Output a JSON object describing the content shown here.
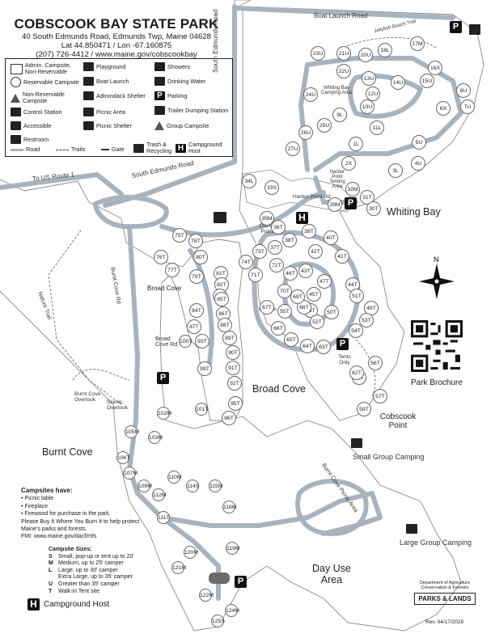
{
  "header": {
    "title": "COBSCOOK BAY STATE PARK",
    "address": "40 South Edmunds Road, Edmunds Twp, Maine 04628",
    "coords": "Lat 44.850471  / Lon -67.160875",
    "contact": "(207) 726-4412  /  www.maine.gov/cobscookbay"
  },
  "legend": {
    "admin": "Admin. Campsite, Non-Reservable",
    "reservable": "Reservable Campsite",
    "nonreservable": "Non-Reservable Campsite",
    "control": "Control Station",
    "accessible": "Accessible",
    "restroom": "Restroom",
    "playground": "Playground",
    "boat_launch": "Boat Launch",
    "adirondack": "Adirondack Shelter",
    "picnic_area": "Picnic Area",
    "picnic_shelter": "Picnic Shelter",
    "showers": "Showers",
    "water": "Drinking Water",
    "parking": "Parking",
    "dumping": "Trailer Dumping Station",
    "group": "Group Campsite",
    "road": "Road",
    "trails": "Trails",
    "gate": "Gate",
    "trash": "Trash & Recycling",
    "host": "Campground Host"
  },
  "labels": {
    "boat_launch_road": "Boat Launch Road",
    "south_edmunds_vert": "South Edmunds Road",
    "south_edmunds": "South Edmunds Road",
    "to_us1": "To US Route 1",
    "burnt_cove_rd": "Burnt Cove Rd",
    "nature_trail": "Nature Trail",
    "broad_cove_small": "Broad Cove",
    "broad_cove_rd": "Broad Cove Rd",
    "broad_cove_big": "Broad Cove",
    "burnt_cove_overlook": "Burnt Cove Overlook",
    "scenic_overlook": "Scenic Overlook",
    "burnt_cove": "Burnt Cove",
    "whiting_bay": "Whiting Bay",
    "whiting_area": "Whiting Bay Camping Area",
    "harbor_tenting": "Harbor Point Tenting Area",
    "harbor_point_rd": "Harbor Point Rd",
    "cobscook_point_rd": "Cobscook Point Rd",
    "tents_only": "Tents Only",
    "cobscook_point": "Cobscook Point",
    "small_group": "Small Group Camping",
    "large_group": "Large Group Camping",
    "day_use": "Day Use Area",
    "burnt_cove_picnic": "Burnt Cove Picnic Area",
    "jellyfish_trail": "Jellyfish Beach Trail",
    "overlook_lbl": "Overlook",
    "compass_n": "N",
    "brochure": "Park Brochure"
  },
  "sites": [
    "23U",
    "21U",
    "20U",
    "18L",
    "17M",
    "16X",
    "15U",
    "14U",
    "13U",
    "12U",
    "11L",
    "10U",
    "9L",
    "8U",
    "7U",
    "6X",
    "5U",
    "4U",
    "3L",
    "2X",
    "1L",
    "22U",
    "24U",
    "25U",
    "26U",
    "27U",
    "29M",
    "31T",
    "30T",
    "32M",
    "33S",
    "34L",
    "35M",
    "36T",
    "37T",
    "38T",
    "39T",
    "40T",
    "41T",
    "42T",
    "43T",
    "44T",
    "45T",
    "46T",
    "47T",
    "48T",
    "49T",
    "50T",
    "51T",
    "52T",
    "53T",
    "54T",
    "55T",
    "56T",
    "57T",
    "59T",
    "61T",
    "62T",
    "63T",
    "64T",
    "65T",
    "66T",
    "67T",
    "68T",
    "69T",
    "70T",
    "71T",
    "72T",
    "73T",
    "74T",
    "75T",
    "76T",
    "77T",
    "78T",
    "79T",
    "80T",
    "81T",
    "82T",
    "83T",
    "84T",
    "85T",
    "86T",
    "87T",
    "88T",
    "89T",
    "90T",
    "91T",
    "92T",
    "93T",
    "95T",
    "96T",
    "99T",
    "100T",
    "101T",
    "102M",
    "103M",
    "105M",
    "106T",
    "107M",
    "109M",
    "110M",
    "111T",
    "112M",
    "114S",
    "115M",
    "116M",
    "119M",
    "120M",
    "121M",
    "122M",
    "124M",
    "125S"
  ],
  "info": {
    "have_title": "Campsites have:",
    "have_items": [
      "• Picnic table",
      "• Fireplace",
      "• Firewood for purchase in the park."
    ],
    "buy": "Please Buy It Where You Burn It to help protect Maine's parks and forests.",
    "fmi": "FMI: www.maine.gov/dacf/mfs",
    "sizes_title": "Campsite Sizes:",
    "sizes": [
      {
        "k": "S",
        "v": "Small, pop-up or tent up to 20'"
      },
      {
        "k": "M",
        "v": "Medium, up to 25' camper"
      },
      {
        "k": "L",
        "v": "Large, up to 30' camper"
      },
      {
        "k": "",
        "v": "Extra Large, up to 35' camper"
      },
      {
        "k": "U",
        "v": "Greater than 35' camper"
      },
      {
        "k": "T",
        "v": "Walk-in Tent site"
      }
    ],
    "host": "Campground Host"
  },
  "brand": {
    "dept": "Department of Agriculture Conservation & Forestry",
    "parks": "PARKS & LANDS",
    "rev": "Rev. 04/17/2025"
  },
  "colors": {
    "road": "#a9b3bd",
    "water": "#ffffff",
    "ink": "#1a1a1a"
  }
}
